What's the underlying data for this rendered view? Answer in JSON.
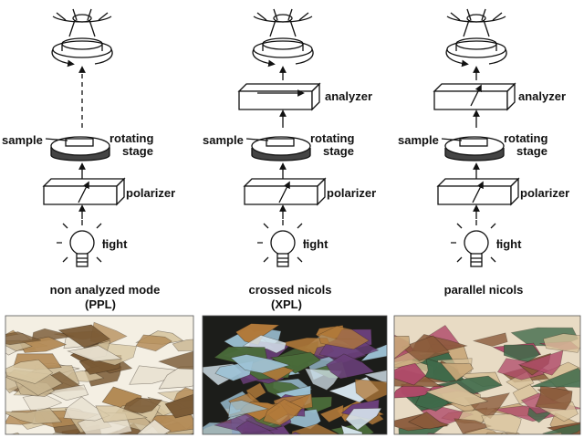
{
  "labels": {
    "sample": "sample",
    "rotating": "rotating",
    "stage": "stage",
    "polarizer": "polarizer",
    "analyzer": "analyzer",
    "light": "light"
  },
  "panels": [
    {
      "title_line1": "non analyzed mode",
      "title_line2": "(PPL)",
      "has_analyzer": false,
      "analyzer_arrow": "none",
      "micrograph_palette": [
        "#f4efe3",
        "#d8c7a2",
        "#b38a55",
        "#7a5a35",
        "#e9e2d2",
        "#c9b691"
      ]
    },
    {
      "title_line1": "crossed nicols",
      "title_line2": "(XPL)",
      "has_analyzer": true,
      "analyzer_arrow": "horizontal",
      "micrograph_palette": [
        "#1c1d1a",
        "#9ec3d6",
        "#4a6c3a",
        "#b27a3a",
        "#6a3f7a",
        "#d7e6ef"
      ]
    },
    {
      "title_line1": "parallel nicols",
      "title_line2": "",
      "has_analyzer": true,
      "analyzer_arrow": "vertical",
      "micrograph_palette": [
        "#e8dbc4",
        "#c9a87a",
        "#8a5a3a",
        "#3f6a4a",
        "#b04a6a",
        "#d8c29a"
      ]
    }
  ]
}
